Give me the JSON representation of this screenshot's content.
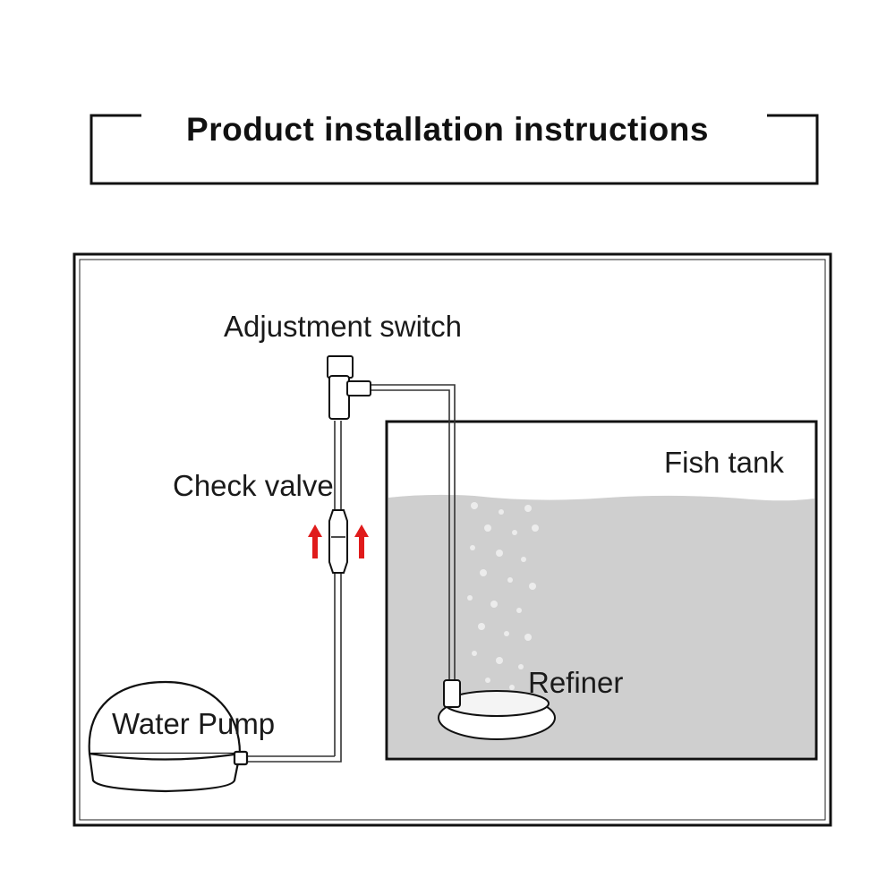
{
  "title": "Product installation instructions",
  "labels": {
    "adjustment_switch": "Adjustment switch",
    "check_valve": "Check valve",
    "fish_tank": "Fish tank",
    "refiner": "Refiner",
    "water_pump": "Water Pump"
  },
  "colors": {
    "water": "#cfcfcf",
    "arrow": "#e01b1b",
    "outline": "#111111"
  },
  "icons": [
    "up-arrow-icon",
    "up-arrow-icon"
  ]
}
